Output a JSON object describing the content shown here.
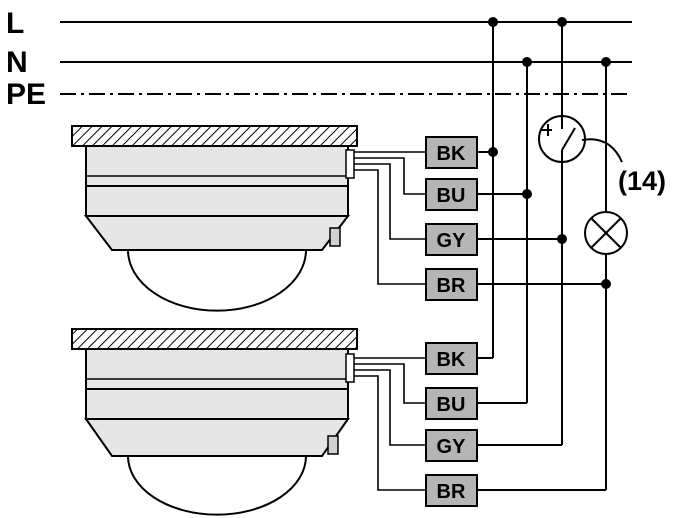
{
  "bus_lines": [
    {
      "id": "L",
      "label": "L",
      "style": "solid"
    },
    {
      "id": "N",
      "label": "N",
      "style": "solid"
    },
    {
      "id": "PE",
      "label": "PE",
      "style": "dash-dot"
    }
  ],
  "sensors": [
    {
      "id": "sensor-1",
      "terminals": [
        {
          "code": "BK",
          "label": "BK"
        },
        {
          "code": "BU",
          "label": "BU"
        },
        {
          "code": "GY",
          "label": "GY"
        },
        {
          "code": "BR",
          "label": "BR"
        }
      ]
    },
    {
      "id": "sensor-2",
      "terminals": [
        {
          "code": "BK",
          "label": "BK"
        },
        {
          "code": "BU",
          "label": "BU"
        },
        {
          "code": "GY",
          "label": "GY"
        },
        {
          "code": "BR",
          "label": "BR"
        }
      ]
    }
  ],
  "switch": {
    "icon": "pushbutton-switch-icon",
    "callout": "(14)"
  },
  "lamp": {
    "icon": "lamp-icon"
  },
  "colors": {
    "line": "#000000",
    "terminal_fill": "#b5b5b5",
    "body_fill": "#e6e6e6",
    "background": "#ffffff"
  }
}
